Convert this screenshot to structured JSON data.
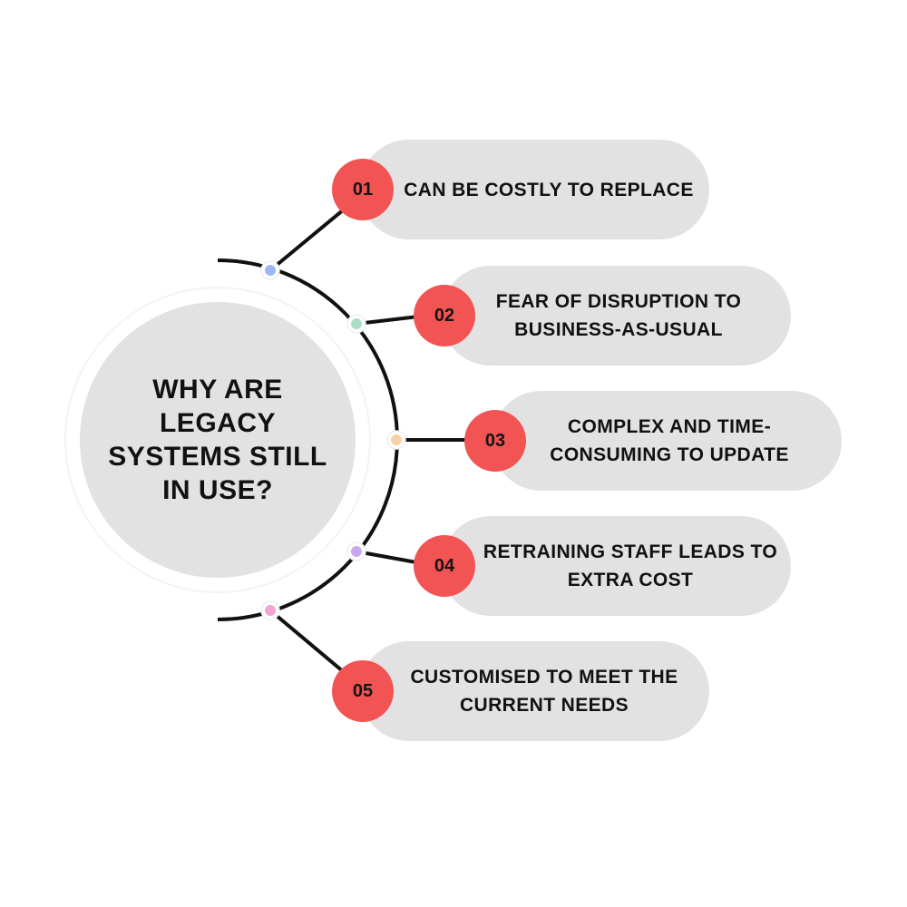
{
  "center": {
    "title": "WHY ARE LEGACY SYSTEMS STILL IN USE?"
  },
  "items": [
    {
      "number": "01",
      "label": "CAN BE COSTLY TO REPLACE",
      "dot_color": "#9bb8f2"
    },
    {
      "number": "02",
      "label": "FEAR OF DISRUPTION TO BUSINESS-AS-USUAL",
      "dot_color": "#a9dfc6"
    },
    {
      "number": "03",
      "label": "COMPLEX AND TIME-CONSUMING TO UPDATE",
      "dot_color": "#f8d0a5"
    },
    {
      "number": "04",
      "label": "RETRAINING STAFF LEADS TO EXTRA COST",
      "dot_color": "#c9a7ef"
    },
    {
      "number": "05",
      "label": "CUSTOMISED TO MEET THE CURRENT NEEDS",
      "dot_color": "#f2a5d2"
    }
  ],
  "colors": {
    "badge": "#f25454",
    "pill": "#e2e2e2",
    "hub": "#e2e2e2",
    "line": "#111111"
  }
}
